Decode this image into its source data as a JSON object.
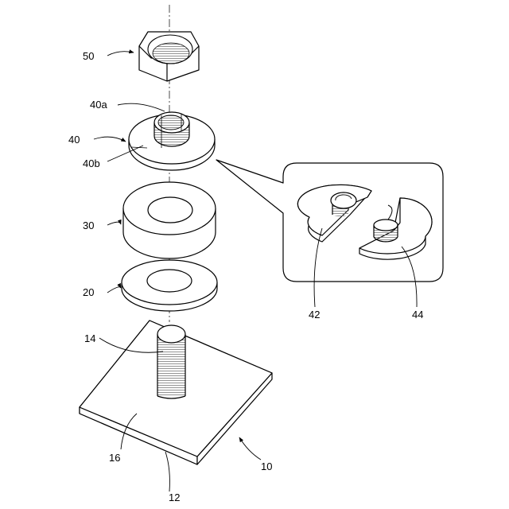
{
  "labels": {
    "plate_assembly": "10",
    "plate_edge": "12",
    "stud": "14",
    "plate_top": "16",
    "washer": "20",
    "spacer": "30",
    "split_collar": "40",
    "collar_top": "40a",
    "collar_side": "40b",
    "half_a": "42",
    "half_b": "44",
    "nut": "50"
  }
}
